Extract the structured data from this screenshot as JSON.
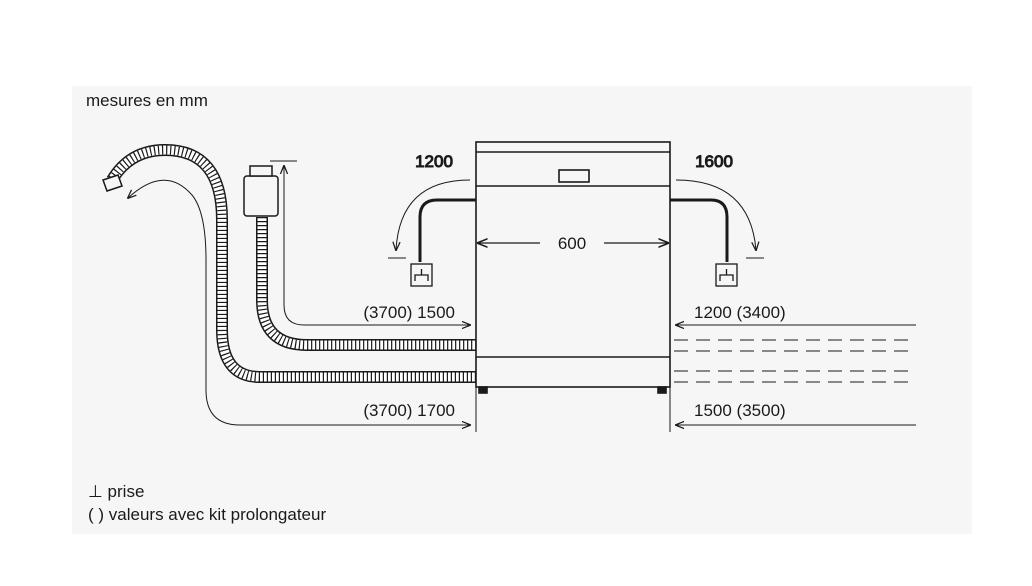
{
  "title": "mesures en mm",
  "dimensions": {
    "left_top": "1200",
    "right_top": "1600",
    "width": "600",
    "left_upper_hose": "(3700) 1500",
    "right_upper": "1200 (3400)",
    "left_lower_hose": "(3700) 1700",
    "right_lower": "1500 (3500)"
  },
  "legend": {
    "socket_symbol": "⊥",
    "socket_label": "prise",
    "brackets_label": "( ) valeurs avec kit prolongateur"
  },
  "icons": [
    "socket-icon",
    "drain-hose-icon",
    "water-inlet-hose-icon",
    "dishwasher-icon"
  ],
  "colors": {
    "line": "#1a1a1a",
    "panel": "#f6f6f6"
  }
}
